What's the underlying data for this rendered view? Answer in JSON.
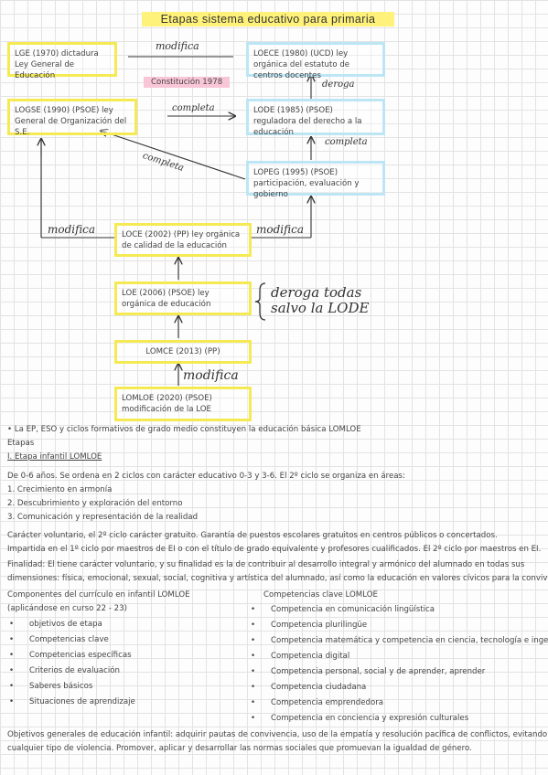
{
  "title": "Etapas sistema educativo para primaria",
  "boxes": {
    "lge": "LGE (1970) dictadura Ley General de Educación",
    "loece": "LOECE (1980) (UCD) ley orgánica del estatuto de centros docentes",
    "logse": "LOGSE (1990) (PSOE) ley General de Organización del S.E.",
    "lode": "LODE (1985) (PSOE) reguladora del derecho a la educación",
    "lopeg": "LOPEG (1995) (PSOE) participación, evaluación y gobierno",
    "loce": "LOCE (2002) (PP) ley orgánica de calidad de la educación",
    "loe": "LOE (2006) (PSOE) ley orgánica de educación",
    "lomce": "LOMCE (2013) (PP)",
    "lomloe": "LOMLOE (2020) (PSOE) modificación de la LOE"
  },
  "labels": {
    "modifica_top": "modifica",
    "constitucion": "Constitución 1978",
    "deroga": "deroga",
    "completa_mid": "completa",
    "completa_right": "completa",
    "completa_diag": "completa",
    "modifica_left": "modifica",
    "modifica_right": "modifica",
    "deroga_todas_1": "deroga todas",
    "deroga_todas_2": "salvo la LODE",
    "modifica_bottom": "modifica"
  },
  "text": {
    "intro": "• La EP, ESO y ciclos formativos de grado medio constituyen la educación básica LOMLOE",
    "etapas": "Etapas",
    "infantil_heading": "I.   Etapa infantil LOMLOE",
    "infantil_desc": "De 0-6 años. Se ordena en 2 ciclos con carácter educativo 0-3 y 3-6. El 2º ciclo se organiza en áreas:",
    "areas": [
      "1.   Crecimiento en armonía",
      "2.   Descubrimiento y exploración del entorno",
      "3.   Comunicación y representación de la realidad"
    ],
    "para1": "Carácter voluntario, el 2º ciclo carácter gratuito. Garantía de puestos escolares gratuitos en centros públicos o concertados.",
    "para2": "Impartida en el 1º ciclo por maestros de EI o con el título de grado equivalente y profesores cualificados. El 2º ciclo por maestros en EI.",
    "para3": "Finalidad: El tiene carácter voluntario, y su finalidad es la de contribuir al desarrollo integral y armónico del alumnado en todas sus",
    "para4": "dimensiones: física, emocional, sexual, social, cognitiva y artística del alumnado, así como la educación en valores cívicos para la convivencia.",
    "curriculo_title": "Componentes del currículo en infantil LOMLOE",
    "curriculo_sub": "(aplicándose en curso 22 - 23)",
    "curriculo_items": [
      "objetivos de etapa",
      "Competencias clave",
      "Competencias específicas",
      "Criterios de evaluación",
      "Saberes básicos",
      "Situaciones de aprendizaje"
    ],
    "competencias_title": "Competencias clave LOMLOE",
    "competencias_items": [
      "Competencia en comunicación lingüística",
      "Competencia plurilingüe",
      "Competencia matemática y competencia en ciencia, tecnología e ingeniería",
      "Competencia digital",
      "Competencia personal, social y de aprender, aprender",
      "Competencia ciudadana",
      "Competencia emprendedora",
      "Competencia en conciencia y expresión culturales"
    ],
    "objetivos1": "Objetivos generales de educación infantil: adquirir pautas de convivencia, uso de la empatía y resolución pacífica de conflictos, evitando",
    "objetivos2": "cualquier tipo de violencia. Promover, aplicar y desarrollar las normas sociales que promuevan la igualdad de género."
  },
  "colors": {
    "yellow": "#f5ea54",
    "blue": "#bde6f5",
    "pink": "#f9c6d8",
    "title_bg": "#fff27a"
  }
}
